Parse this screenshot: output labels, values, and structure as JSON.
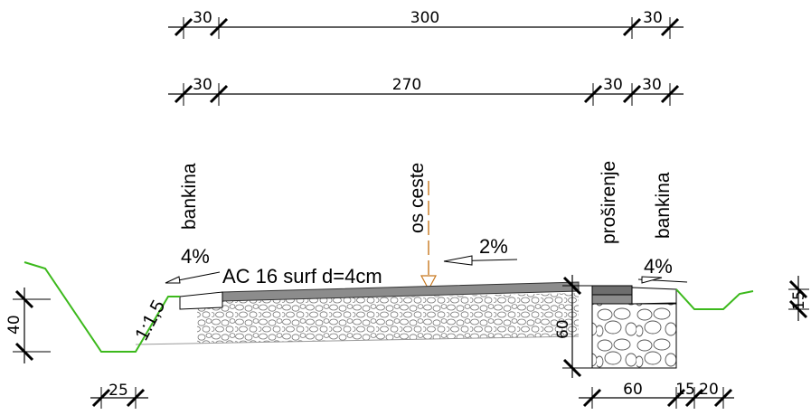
{
  "dimensions": {
    "top_row": [
      "30",
      "300",
      "30"
    ],
    "second_row": [
      "30",
      "270",
      "30",
      "30"
    ],
    "left_height": "40",
    "bottom_left": "25",
    "layer_depth": "60",
    "bottom_right": [
      "60",
      "15",
      "20"
    ],
    "right_height": "15"
  },
  "labels": {
    "shoulder_left": "bankina",
    "road_axis": "os ceste",
    "widening": "proširenje",
    "shoulder_right": "bankina",
    "slope_ratio": "1:1,5",
    "surface_layer": "AC 16 surf d=4cm"
  },
  "slopes": {
    "left": "4%",
    "center": "2%",
    "right": "4%"
  },
  "colors": {
    "terrain": "#3cb91c",
    "axis": "#c8781e",
    "asphalt": "#8c8c8c",
    "dark_asphalt": "#6e6e6e"
  }
}
